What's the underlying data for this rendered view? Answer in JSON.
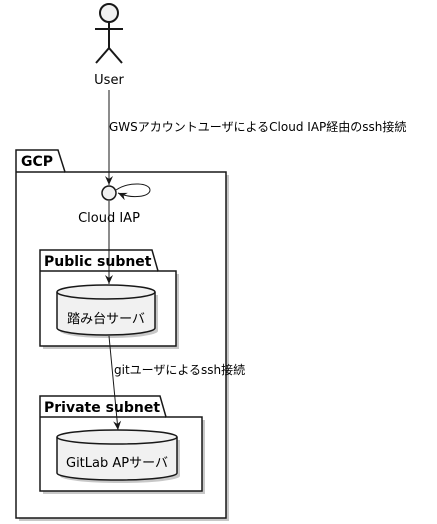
{
  "actor": {
    "name": "User",
    "icon": "stick-figure-icon"
  },
  "packages": {
    "outer": {
      "title": "GCP"
    },
    "public": {
      "title": "Public subnet"
    },
    "private": {
      "title": "Private subnet"
    }
  },
  "nodes": {
    "iap": {
      "label": "Cloud IAP",
      "icon": "interface-circle-icon"
    },
    "bastion": {
      "label": "踏み台サーバ",
      "icon": "database-cylinder-icon"
    },
    "gitlab": {
      "label": "GitLab APサーバ",
      "icon": "database-cylinder-icon"
    }
  },
  "edges": {
    "user_to_iap": {
      "label": "GWSアカウントユーザによるCloud IAP経由のssh接続"
    },
    "bastion_to_gitlab": {
      "label": "gitユーザによるssh接続"
    }
  },
  "colors": {
    "line": "#181818",
    "shape_fill": "#f1f1f1",
    "shadow": "#c8c8c8",
    "background": "#ffffff"
  }
}
